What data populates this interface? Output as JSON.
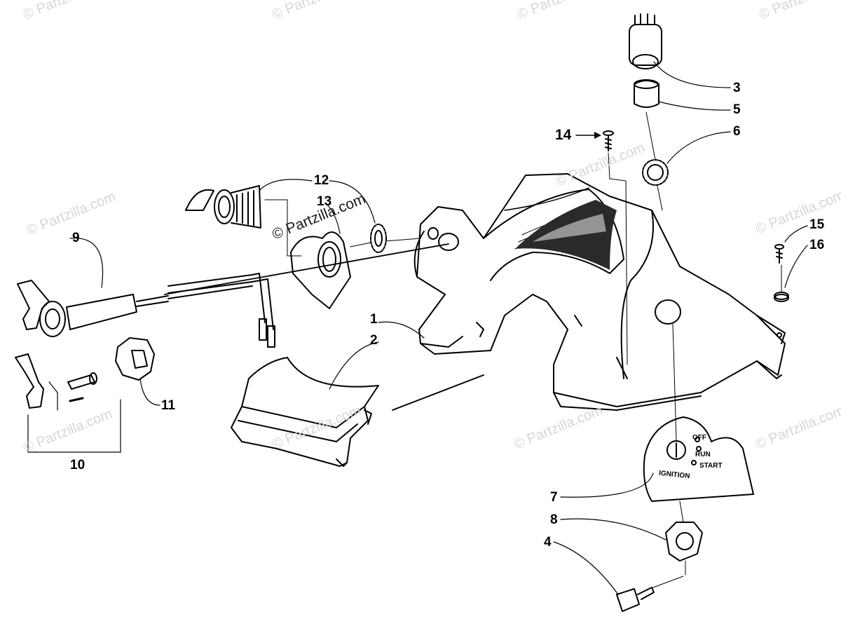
{
  "watermarks": [
    "© Partzilla.com",
    "© Partzilla.com",
    "© Partzilla.com",
    "© Partzilla.com",
    "© Partzilla.com",
    "© Partzilla.com",
    "© Partzilla.com",
    "© Partzilla.com",
    "© Partzilla.com",
    "© Partzilla.com",
    "© Partzilla.com",
    "© Partzilla.com"
  ],
  "diagram": {
    "callouts": {
      "c1": "1",
      "c2": "2",
      "c3": "3",
      "c4": "4",
      "c5": "5",
      "c6": "6",
      "c7": "7",
      "c8": "8",
      "c9": "9",
      "c10": "10",
      "c11": "11",
      "c12": "12",
      "c13": "13",
      "c14": "14",
      "c15": "15",
      "c16": "16"
    },
    "ignition_plate": {
      "off": "OFF",
      "run": "RUN",
      "start": "START",
      "ignition": "IGNITION"
    }
  },
  "colors": {
    "ink": "#000000",
    "watermark": "#d6d6d6",
    "background": "#ffffff"
  }
}
